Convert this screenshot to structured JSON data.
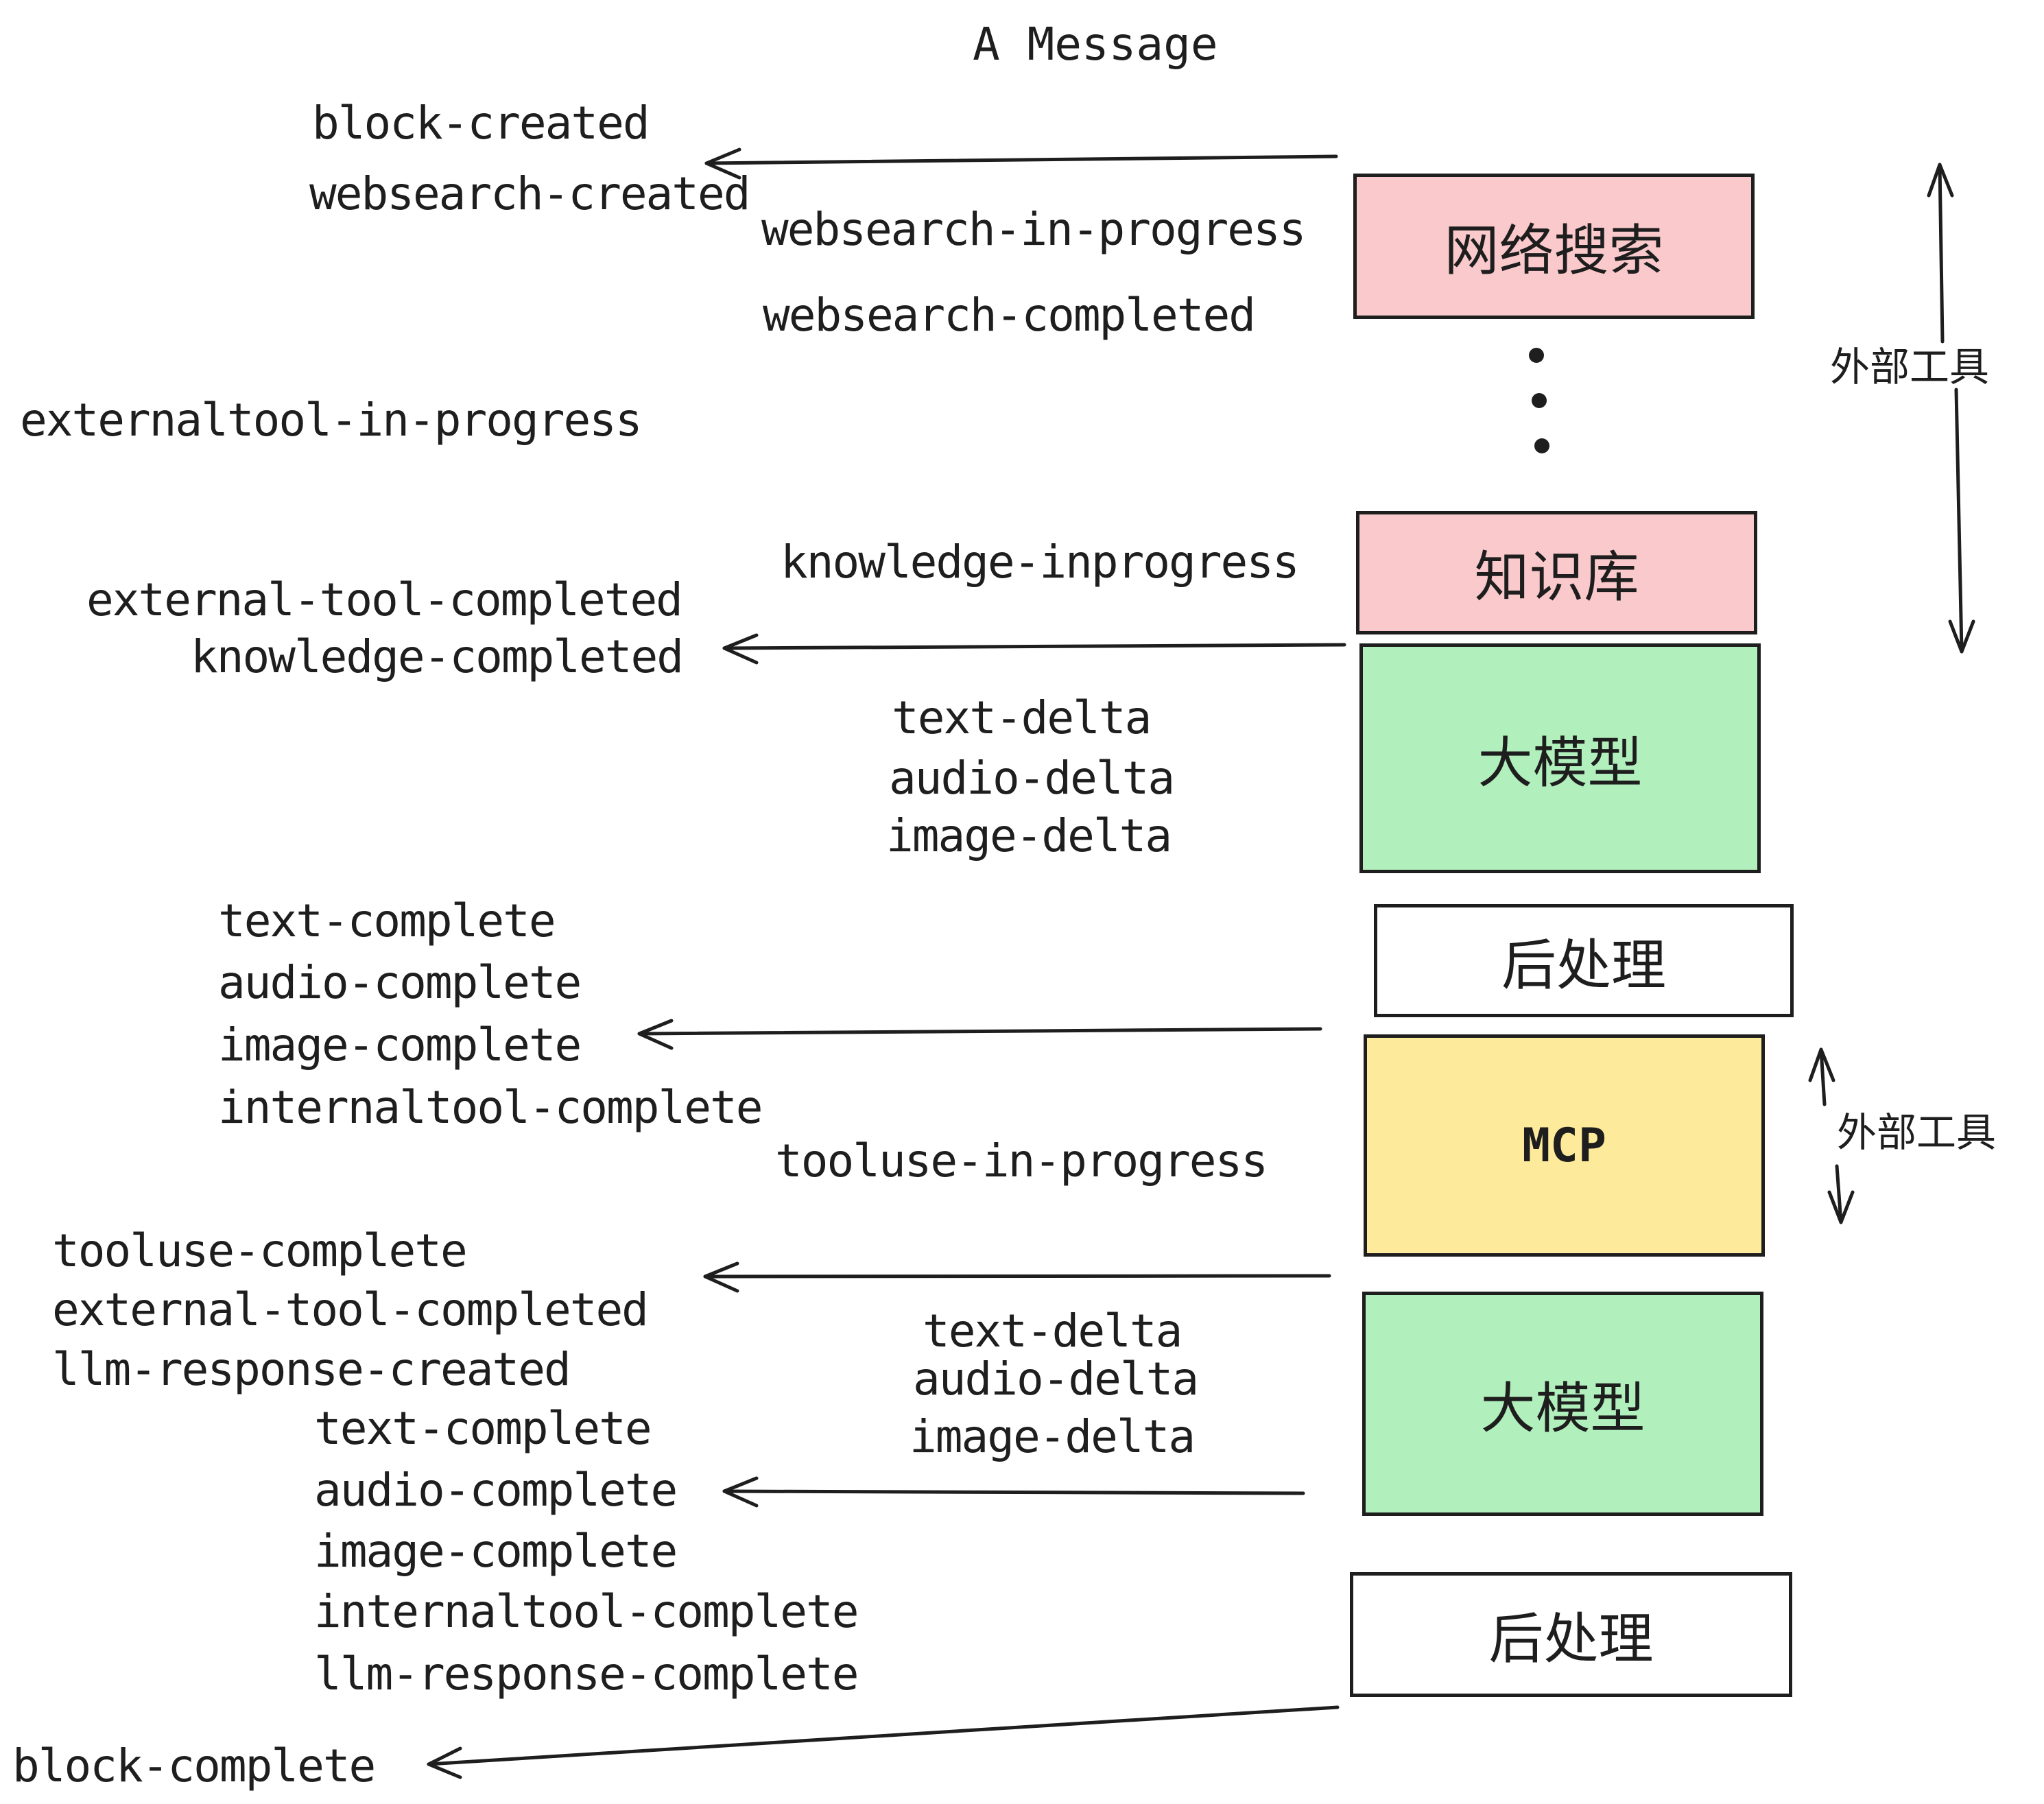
{
  "title": "A Message",
  "events": [
    "block-created",
    "websearch-created",
    "websearch-in-progress",
    "websearch-completed",
    "externaltool-in-progress",
    "knowledge-inprogress",
    "external-tool-completed",
    "knowledge-completed",
    "text-delta",
    "audio-delta",
    "image-delta",
    "text-complete",
    "audio-complete",
    "image-complete",
    "internaltool-complete",
    "tooluse-in-progress",
    "tooluse-complete",
    "external-tool-completed",
    "llm-response-created",
    "text-complete",
    "audio-complete",
    "image-complete",
    "internaltool-complete",
    "llm-response-complete",
    "text-delta",
    "audio-delta",
    "image-delta",
    "block-complete"
  ],
  "boxes": [
    {
      "label": "网络搜索",
      "color": "#fac9cb"
    },
    {
      "label": "知识库",
      "color": "#fac9cb"
    },
    {
      "label": "大模型",
      "color": "#b1f0bc"
    },
    {
      "label": "后处理",
      "color": "#ffffff"
    },
    {
      "label": "MCP",
      "color": "#fdeb9b"
    },
    {
      "label": "大模型",
      "color": "#b1f0bc"
    },
    {
      "label": "后处理",
      "color": "#ffffff"
    }
  ],
  "side_labels": [
    {
      "text": "外部工具"
    },
    {
      "text": "外部工具"
    }
  ],
  "icons": {
    "vertical-ellipsis": "⋮"
  },
  "colors": {
    "ink": "#1e1e1e",
    "background": "#ffffff",
    "box_pink": "#fac9cb",
    "box_green": "#b1f0bc",
    "box_yellow": "#fdeb9b",
    "box_white": "#ffffff"
  }
}
